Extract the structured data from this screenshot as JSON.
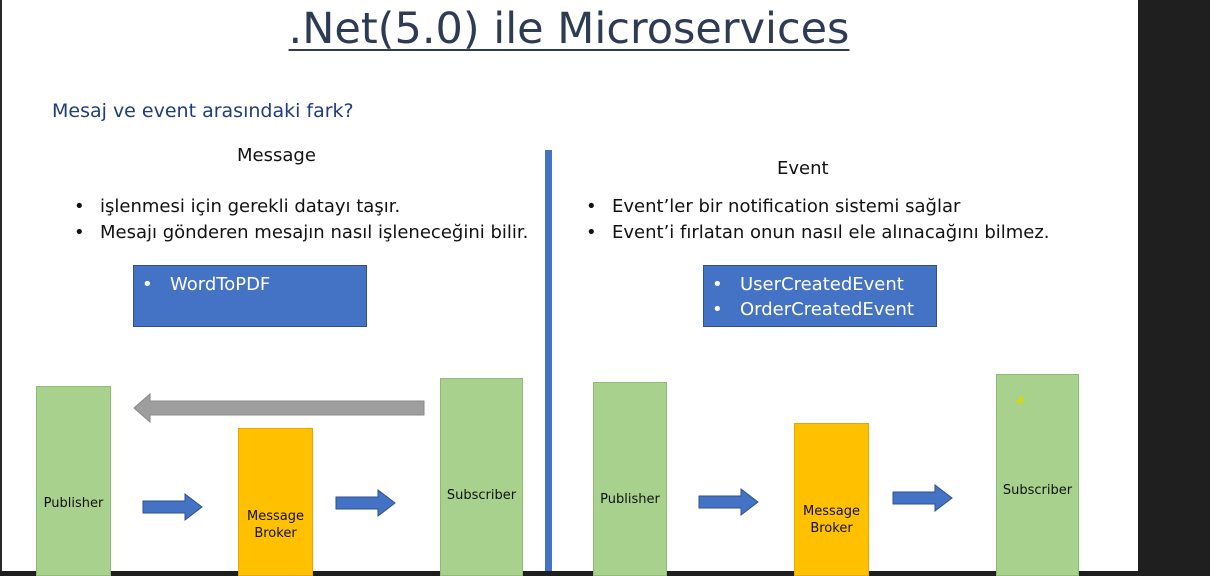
{
  "slide": {
    "title": ".Net(5.0) ile Microservices",
    "subtitle": "Mesaj ve event arasındaki fark?"
  },
  "message": {
    "heading": "Message",
    "bullets": [
      "işlenmesi için gerekli datayı taşır.",
      "Mesajı gönderen mesajın nasıl işleneceğini bilir."
    ],
    "box_items": [
      "WordToPDF"
    ],
    "diagram": {
      "publisher": "Publisher",
      "broker_line1": "Message",
      "broker_line2": "Broker",
      "subscriber": "Subscriber"
    }
  },
  "event": {
    "heading": "Event",
    "bullets": [
      "Event’ler bir notification sistemi sağlar",
      "Event’i fırlatan onun nasıl ele alınacağını bilmez."
    ],
    "box_items": [
      "UserCreatedEvent",
      "OrderCreatedEvent"
    ],
    "diagram": {
      "publisher": "Publisher",
      "broker_line1": "Message",
      "broker_line2": "Broker",
      "subscriber": "Subscriber"
    }
  },
  "colors": {
    "accent_blue": "#4472c4",
    "green_box": "#a9d18e",
    "broker_yellow": "#ffc000",
    "return_arrow_gray": "#9e9e9e"
  }
}
